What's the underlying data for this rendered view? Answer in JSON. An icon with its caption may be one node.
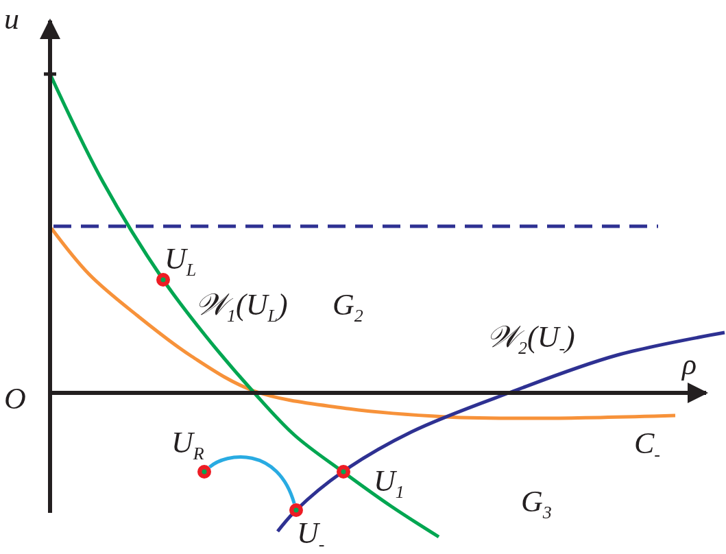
{
  "diagram": {
    "nodes": [
      {
        "text": [],
        "shape": "circle",
        "beside": [
          "U$_{L}$"
        ]
      },
      {
        "text": [],
        "shape": "circle",
        "beside": [
          "U$_{R}$"
        ]
      },
      {
        "text": [],
        "shape": "circle",
        "beside": [
          "U$_{1}$"
        ]
      },
      {
        "text": [],
        "shape": "circle",
        "beside": [
          "U$_{-}$"
        ]
      }
    ],
    "edges": [
      {
        "from": 1,
        "to": 3,
        "arrow": "none",
        "color": "#29abe2"
      }
    ],
    "labels": [
      "u",
      "O",
      "ρ",
      "𝒲$_{1}$(U$_{L}$)",
      "G$_{2}$",
      "𝒲$_{2}$(U$_{-}$)",
      "C$_{-}$",
      "G$_{3}$"
    ]
  }
}
